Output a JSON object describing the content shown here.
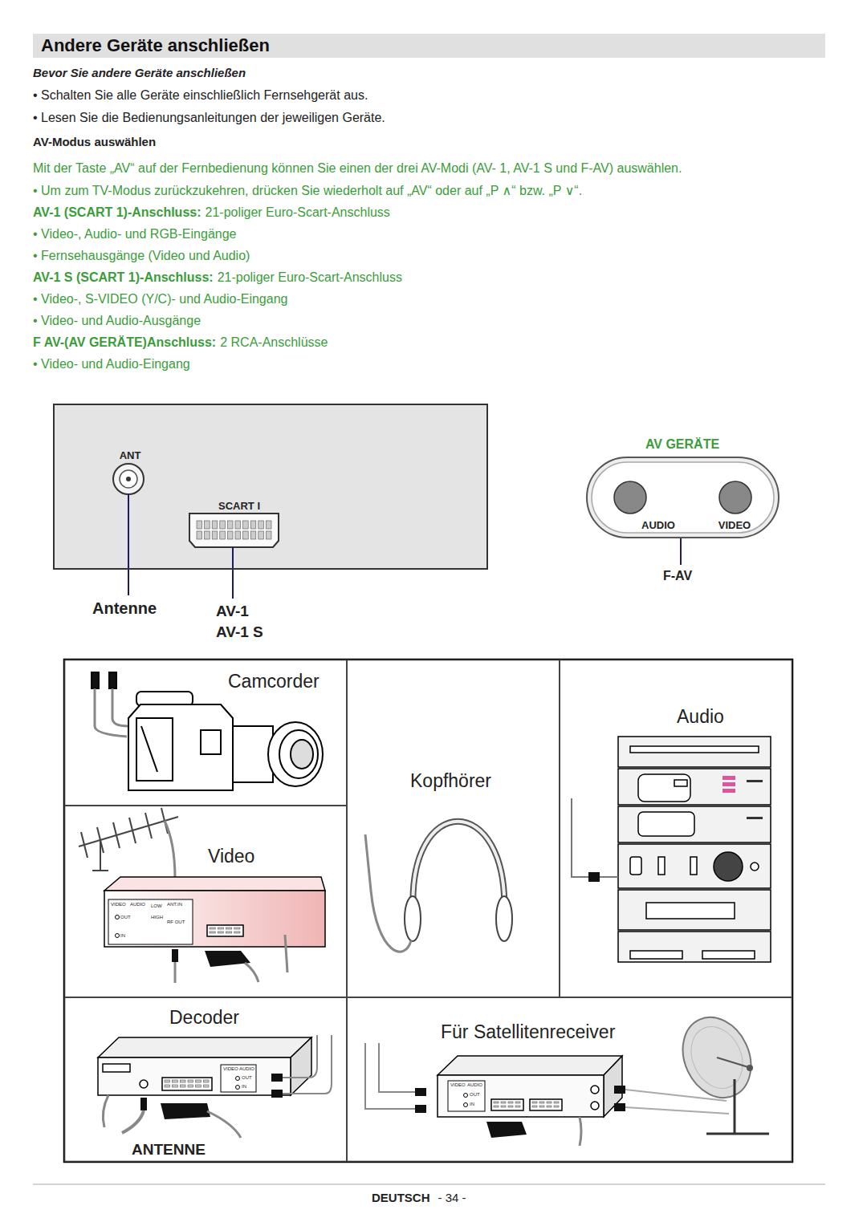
{
  "diagram": {
    "title": "Andere Geräte anschließen",
    "nodes": [
      {
        "text": [
          "ANT",
          "SCART I"
        ]
      },
      {
        "text": [
          "AV GERÄTE",
          "AUDIO",
          "VIDEO"
        ]
      },
      {
        "text": [
          "Camcorder"
        ]
      },
      {
        "text": [
          "Video"
        ]
      },
      {
        "text": [
          "Kopfhörer"
        ]
      },
      {
        "text": [
          "Audio"
        ]
      },
      {
        "text": [
          "Decoder",
          "ANTENNE"
        ]
      },
      {
        "text": [
          "Für Satellitenreceiver"
        ]
      }
    ],
    "labels": [
      "Bevor Sie andere Geräte anschließen",
      "• Schalten Sie alle Geräte einschließlich Fernsehgerät aus.",
      "• Lesen Sie die Bedienungsanleitungen der jeweiligen Geräte.",
      "AV-Modus auswählen",
      "Mit der Taste „AV“ auf der Fernbedienung können Sie einen der drei AV-Modi (AV- 1, AV-1 S und F-AV) auswählen.",
      "• Um zum TV-Modus zurückzukehren, drücken Sie wiederholt auf „AV“ oder auf „P ∧“ bzw. „P ∨“.",
      "AV-1 (SCART 1)-Anschluss:",
      "21-poliger Euro-Scart-Anschluss",
      "• Video-, Audio- und RGB-Eingänge",
      "• Fernsehausgänge (Video und Audio)",
      "AV-1 S (SCART 1)-Anschluss:",
      "21-poliger Euro-Scart-Anschluss",
      "• Video-, S-VIDEO (Y/C)- und Audio-Eingang",
      "• Video- und Audio-Ausgänge",
      "F AV-(AV GERÄTE)Anschluss:",
      "2 RCA-Anschlüsse",
      "• Video- und Audio-Eingang",
      "Antenne",
      "AV-1",
      "AV-1 S",
      "F-AV",
      "VIDEO",
      "AUDIO",
      "OUT",
      "IN",
      "ANT.IN",
      "RF OUT",
      "LOW",
      "HIGH",
      "VIDEO",
      "AUDIO",
      "OUT",
      "IN",
      "VIDEO",
      "AUDIO",
      "OUT",
      "IN",
      "DEUTSCH",
      "- 34 -"
    ]
  }
}
